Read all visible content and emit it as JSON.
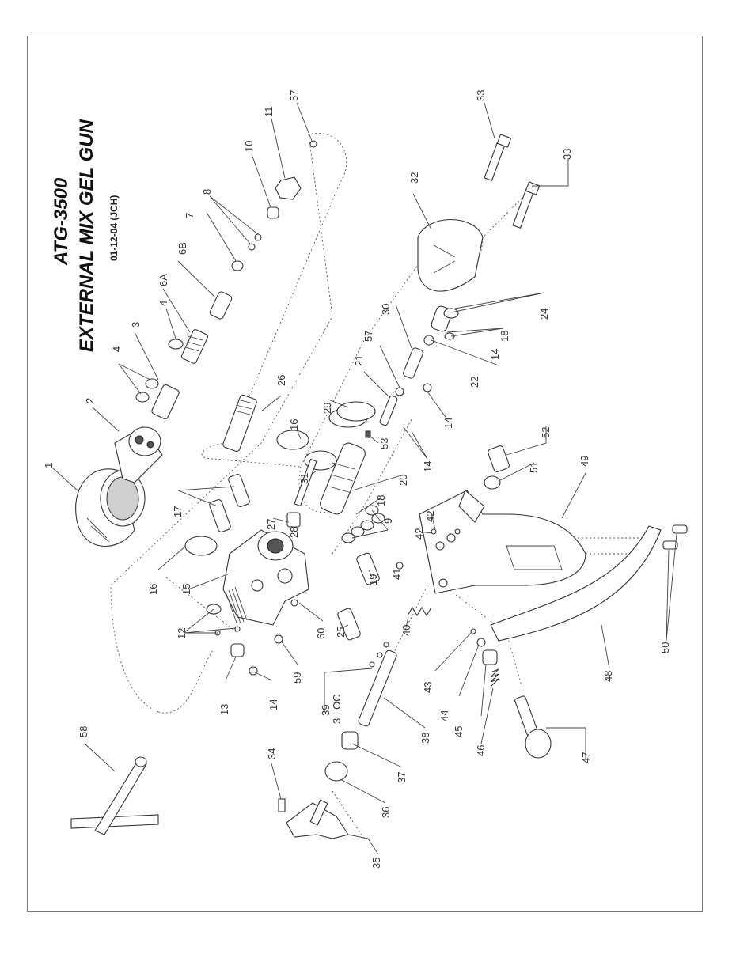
{
  "title": {
    "model": "ATG-3500",
    "name": "EXTERNAL MIX GEL GUN",
    "date": "01-12-04 (JCH)"
  },
  "part_labels": [
    {
      "id": "p1",
      "text": "1"
    },
    {
      "id": "p2",
      "text": "2"
    },
    {
      "id": "p3",
      "text": "3"
    },
    {
      "id": "p4a",
      "text": "4"
    },
    {
      "id": "p4b",
      "text": "4"
    },
    {
      "id": "p6a",
      "text": "6A"
    },
    {
      "id": "p6b",
      "text": "6B"
    },
    {
      "id": "p7",
      "text": "7"
    },
    {
      "id": "p8",
      "text": "8"
    },
    {
      "id": "p10",
      "text": "10"
    },
    {
      "id": "p11",
      "text": "11"
    },
    {
      "id": "p57a",
      "text": "57"
    },
    {
      "id": "p32",
      "text": "32"
    },
    {
      "id": "p33a",
      "text": "33"
    },
    {
      "id": "p33b",
      "text": "33"
    },
    {
      "id": "p26",
      "text": "26"
    },
    {
      "id": "p16a",
      "text": "16"
    },
    {
      "id": "p29",
      "text": "29"
    },
    {
      "id": "p21",
      "text": "21"
    },
    {
      "id": "p57b",
      "text": "57"
    },
    {
      "id": "p30",
      "text": "30"
    },
    {
      "id": "p24",
      "text": "24"
    },
    {
      "id": "p18a",
      "text": "18"
    },
    {
      "id": "p14a",
      "text": "14"
    },
    {
      "id": "p22",
      "text": "22"
    },
    {
      "id": "p14b",
      "text": "14"
    },
    {
      "id": "p14c",
      "text": "14"
    },
    {
      "id": "p53",
      "text": "53"
    },
    {
      "id": "p20",
      "text": "20"
    },
    {
      "id": "p31",
      "text": "31"
    },
    {
      "id": "p17",
      "text": "17"
    },
    {
      "id": "p27",
      "text": "27"
    },
    {
      "id": "p28",
      "text": "28"
    },
    {
      "id": "p18b",
      "text": "18"
    },
    {
      "id": "p9",
      "text": "9"
    },
    {
      "id": "p16b",
      "text": "16"
    },
    {
      "id": "p15",
      "text": "15"
    },
    {
      "id": "p19",
      "text": "19"
    },
    {
      "id": "p12",
      "text": "12"
    },
    {
      "id": "p60",
      "text": "60"
    },
    {
      "id": "p25",
      "text": "25"
    },
    {
      "id": "p59",
      "text": "59"
    },
    {
      "id": "p13",
      "text": "13"
    },
    {
      "id": "p14d",
      "text": "14"
    },
    {
      "id": "p52",
      "text": "52"
    },
    {
      "id": "p51",
      "text": "51"
    },
    {
      "id": "p49",
      "text": "49"
    },
    {
      "id": "p42a",
      "text": "42"
    },
    {
      "id": "p42b",
      "text": "42"
    },
    {
      "id": "p41",
      "text": "41"
    },
    {
      "id": "p40",
      "text": "40"
    },
    {
      "id": "p43",
      "text": "43"
    },
    {
      "id": "p44",
      "text": "44"
    },
    {
      "id": "p45",
      "text": "45"
    },
    {
      "id": "p46",
      "text": "46"
    },
    {
      "id": "p47",
      "text": "47"
    },
    {
      "id": "p48",
      "text": "48"
    },
    {
      "id": "p50",
      "text": "50"
    },
    {
      "id": "p39",
      "text": "39"
    },
    {
      "id": "p3loc",
      "text": "3 LOC"
    },
    {
      "id": "p38",
      "text": "38"
    },
    {
      "id": "p37",
      "text": "37"
    },
    {
      "id": "p36",
      "text": "36"
    },
    {
      "id": "p34",
      "text": "34"
    },
    {
      "id": "p35",
      "text": "35"
    },
    {
      "id": "p58",
      "text": "58"
    }
  ]
}
